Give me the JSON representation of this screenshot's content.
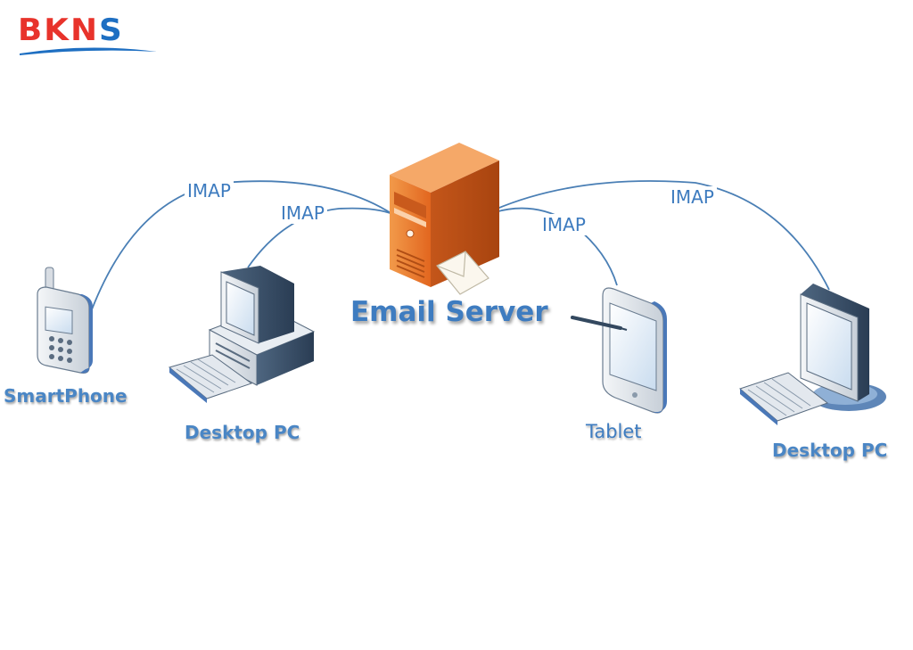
{
  "logo": {
    "text_red": "BKN",
    "text_blue": "S"
  },
  "server": {
    "label": "Email Server"
  },
  "links": [
    {
      "protocol": "IMAP"
    },
    {
      "protocol": "IMAP"
    },
    {
      "protocol": "IMAP"
    },
    {
      "protocol": "IMAP"
    }
  ],
  "devices": {
    "smartphone": "SmartPhone",
    "desktop_left": "Desktop PC",
    "tablet": "Tablet",
    "desktop_right": "Desktop PC"
  },
  "colors": {
    "logo_red": "#e8332b",
    "logo_blue": "#1e6fc2",
    "label_blue": "#3e7cc0",
    "server_orange": "#e8712a",
    "line_blue": "#4a7fb5"
  }
}
